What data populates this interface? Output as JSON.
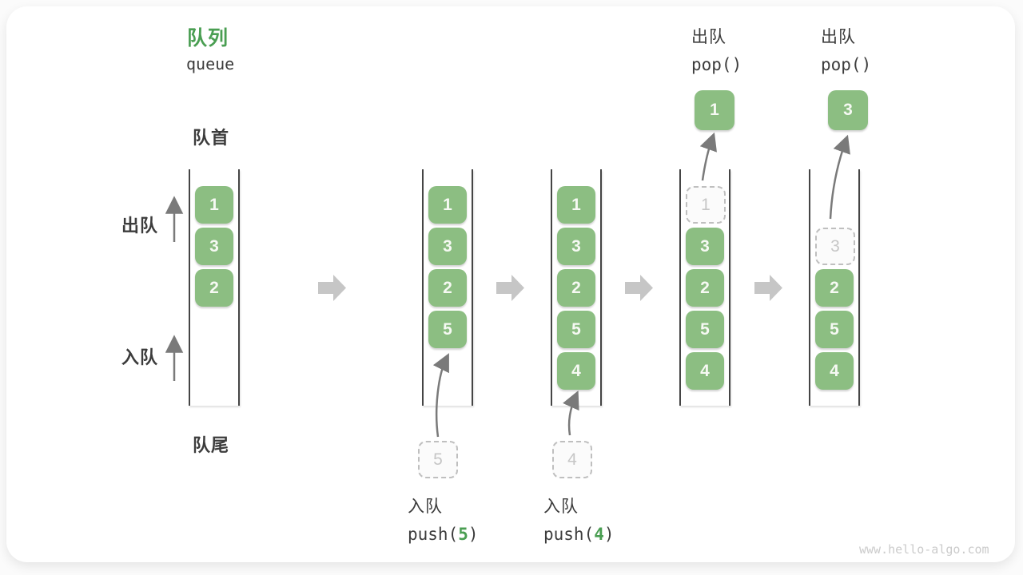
{
  "title": {
    "zh": "队列",
    "en": "queue"
  },
  "labels": {
    "front": "队首",
    "rear": "队尾",
    "dequeue_side": "出队",
    "enqueue_side": "入队"
  },
  "states": [
    {
      "slots": [
        {
          "v": "1"
        },
        {
          "v": "3"
        },
        {
          "v": "2"
        }
      ]
    },
    {
      "slots": [
        {
          "v": "1"
        },
        {
          "v": "3"
        },
        {
          "v": "2"
        },
        {
          "v": "5"
        }
      ]
    },
    {
      "slots": [
        {
          "v": "1"
        },
        {
          "v": "3"
        },
        {
          "v": "2"
        },
        {
          "v": "5"
        },
        {
          "v": "4"
        }
      ]
    },
    {
      "slots": [
        {
          "v": "1",
          "removed": true
        },
        {
          "v": "3"
        },
        {
          "v": "2"
        },
        {
          "v": "5"
        },
        {
          "v": "4"
        }
      ]
    },
    {
      "slots": [
        {
          "v": "3",
          "removed": true
        },
        {
          "v": "2"
        },
        {
          "v": "5"
        },
        {
          "v": "4"
        }
      ]
    }
  ],
  "staged": [
    {
      "value": "5"
    },
    {
      "value": "4"
    }
  ],
  "popped": [
    {
      "value": "1"
    },
    {
      "value": "3"
    }
  ],
  "operations": {
    "push_1": {
      "label": "入队",
      "fn": "push(",
      "arg": "5",
      "close": ")"
    },
    "push_2": {
      "label": "入队",
      "fn": "push(",
      "arg": "4",
      "close": ")"
    },
    "pop_1": {
      "label": "出队",
      "code": "pop()"
    },
    "pop_2": {
      "label": "出队",
      "code": "pop()"
    }
  },
  "watermark": "www.hello-algo.com",
  "colors": {
    "accent_green": "#4A9E52",
    "box_green": "#8CBE82",
    "block_arrow_gray": "#C6C6C6",
    "thin_arrow_gray": "#7A7A7A",
    "rail_dark": "#454545",
    "dashed_gray": "#BFBFBF",
    "text_dark": "#3C3C3C",
    "watermark_gray": "#CBCBCB"
  }
}
